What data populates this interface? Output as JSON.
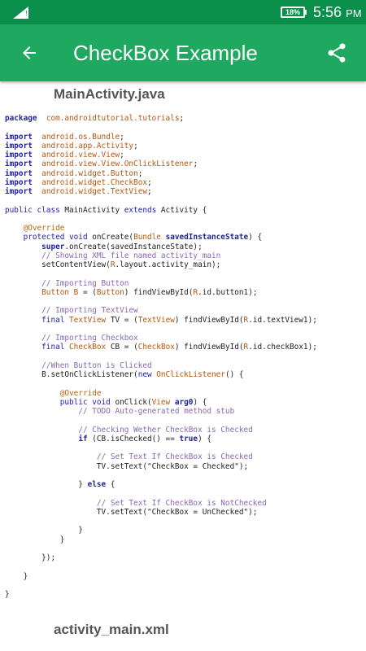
{
  "status_bar": {
    "battery": "18%",
    "time": "5:56",
    "ampm": "PM",
    "signal_icon": "signal-icon",
    "battery_icon": "battery-icon"
  },
  "app_bar": {
    "title": "CheckBox Example",
    "back_icon": "arrow-back-icon",
    "share_icon": "share-icon",
    "background": "#1fa860",
    "status_background": "#0a8f4a"
  },
  "sections": {
    "java_title": "MainActivity.java",
    "xml_title": "activity_main.xml"
  },
  "code": {
    "lines": [
      [
        [
          "kw",
          "package"
        ],
        [
          "",
          "  "
        ],
        [
          "str",
          "com.androidtutorial.tutorials"
        ],
        [
          "",
          ";"
        ]
      ],
      [],
      [
        [
          "kw",
          "import"
        ],
        [
          "",
          "  "
        ],
        [
          "str",
          "android.os.Bundle"
        ],
        [
          "",
          ";"
        ]
      ],
      [
        [
          "kw",
          "import"
        ],
        [
          "",
          "  "
        ],
        [
          "str",
          "android.app.Activity"
        ],
        [
          "",
          ";"
        ]
      ],
      [
        [
          "kw",
          "import"
        ],
        [
          "",
          "  "
        ],
        [
          "str",
          "android.view.View"
        ],
        [
          "",
          ";"
        ]
      ],
      [
        [
          "kw",
          "import"
        ],
        [
          "",
          "  "
        ],
        [
          "str",
          "android.view.View.OnClickListener"
        ],
        [
          "",
          ";"
        ]
      ],
      [
        [
          "kw",
          "import"
        ],
        [
          "",
          "  "
        ],
        [
          "str",
          "android.widget.Button"
        ],
        [
          "",
          ";"
        ]
      ],
      [
        [
          "kw",
          "import"
        ],
        [
          "",
          "  "
        ],
        [
          "str",
          "android.widget.CheckBox"
        ],
        [
          "",
          ";"
        ]
      ],
      [
        [
          "kw",
          "import"
        ],
        [
          "",
          "  "
        ],
        [
          "str",
          "android.widget.TextView"
        ],
        [
          "",
          ";"
        ]
      ],
      [],
      [
        [
          "bl",
          "public class "
        ],
        [
          "",
          "MainActivity "
        ],
        [
          "bl",
          "extends "
        ],
        [
          "",
          "Activity {"
        ]
      ],
      [],
      [
        [
          "",
          "    "
        ],
        [
          "ann",
          "@Override"
        ]
      ],
      [
        [
          "",
          "    "
        ],
        [
          "bl",
          "protected void "
        ],
        [
          "",
          "onCreate("
        ],
        [
          "ty",
          "Bundle "
        ],
        [
          "fld",
          "savedInstanceState"
        ],
        [
          "",
          ") {"
        ]
      ],
      [
        [
          "",
          "        "
        ],
        [
          "kw",
          "super"
        ],
        [
          "",
          ".onCreate(savedInstanceState);"
        ]
      ],
      [
        [
          "",
          "        "
        ],
        [
          "cm",
          "// Showing XML file named activity_main"
        ]
      ],
      [
        [
          "",
          "        setContentView("
        ],
        [
          "ty",
          "R"
        ],
        [
          "",
          ".layout.activity_main);"
        ]
      ],
      [],
      [
        [
          "",
          "        "
        ],
        [
          "cm",
          "// Importing Button"
        ]
      ],
      [
        [
          "",
          "        "
        ],
        [
          "ty",
          "Button B "
        ],
        [
          "",
          "= ("
        ],
        [
          "ty",
          "Button"
        ],
        [
          "",
          ") findViewById("
        ],
        [
          "ty",
          "R"
        ],
        [
          "",
          ".id.button1);"
        ]
      ],
      [],
      [
        [
          "",
          "        "
        ],
        [
          "cm",
          "// Importing TextView"
        ]
      ],
      [
        [
          "",
          "        "
        ],
        [
          "bl",
          "final "
        ],
        [
          "ty",
          "TextView "
        ],
        [
          "",
          "TV = ("
        ],
        [
          "ty",
          "TextView"
        ],
        [
          "",
          ") findViewById("
        ],
        [
          "ty",
          "R"
        ],
        [
          "",
          ".id.textView1);"
        ]
      ],
      [],
      [
        [
          "",
          "        "
        ],
        [
          "cm",
          "// Importing Checkbox"
        ]
      ],
      [
        [
          "",
          "        "
        ],
        [
          "bl",
          "final "
        ],
        [
          "ty",
          "CheckBox "
        ],
        [
          "",
          "CB = ("
        ],
        [
          "ty",
          "CheckBox"
        ],
        [
          "",
          ") findViewById("
        ],
        [
          "ty",
          "R"
        ],
        [
          "",
          ".id.checkBox1);"
        ]
      ],
      [],
      [
        [
          "",
          "        "
        ],
        [
          "cm",
          "//When Button is Clicked"
        ]
      ],
      [
        [
          "",
          "        B.setOnClickListener("
        ],
        [
          "bl",
          "new "
        ],
        [
          "ty",
          "OnClickListener"
        ],
        [
          "",
          "() {"
        ]
      ],
      [],
      [
        [
          "",
          "            "
        ],
        [
          "ann",
          "@Override"
        ]
      ],
      [
        [
          "",
          "            "
        ],
        [
          "bl",
          "public void "
        ],
        [
          "",
          "onClick("
        ],
        [
          "ty",
          "View "
        ],
        [
          "fld",
          "arg0"
        ],
        [
          "",
          ") {"
        ]
      ],
      [
        [
          "",
          "                "
        ],
        [
          "cm",
          "// TODO Auto-generated method stub"
        ]
      ],
      [],
      [
        [
          "",
          "                "
        ],
        [
          "cm",
          "// Checking Wether CheckBox is Checked"
        ]
      ],
      [
        [
          "",
          "                "
        ],
        [
          "kw",
          "if "
        ],
        [
          "",
          "(CB.isChecked() == "
        ],
        [
          "kw",
          "true"
        ],
        [
          "",
          ") {"
        ]
      ],
      [],
      [
        [
          "",
          "                    "
        ],
        [
          "cm",
          "// Set Text If CheckBox is Checked"
        ]
      ],
      [
        [
          "",
          "                    TV.setText(\"CheckBox = Checked\");"
        ]
      ],
      [],
      [
        [
          "",
          "                } "
        ],
        [
          "kw",
          "else "
        ],
        [
          "",
          "{"
        ]
      ],
      [],
      [
        [
          "",
          "                    "
        ],
        [
          "cm",
          "// Set Text If CheckBox is NotChecked"
        ]
      ],
      [
        [
          "",
          "                    TV.setText(\"CheckBox = UnChecked\");"
        ]
      ],
      [],
      [
        [
          "",
          "                }"
        ]
      ],
      [
        [
          "",
          "            }"
        ]
      ],
      [],
      [
        [
          "",
          "        });"
        ]
      ],
      [],
      [
        [
          "",
          "    }"
        ]
      ],
      [],
      [
        [
          "",
          "}"
        ]
      ]
    ]
  }
}
